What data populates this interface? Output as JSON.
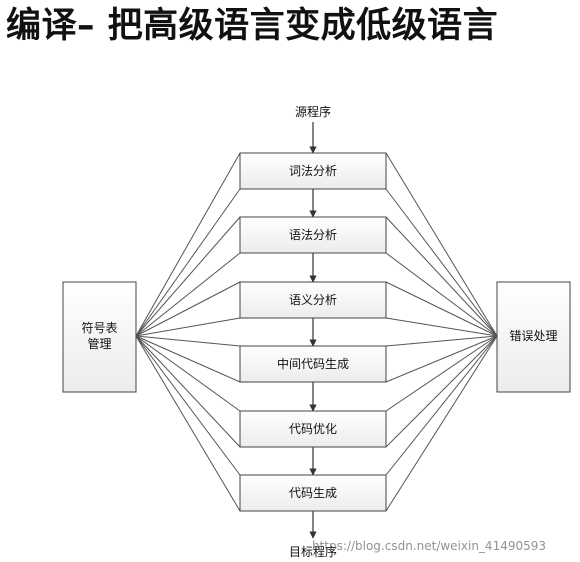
{
  "title": "编译– 把高级语言变成低级语言",
  "diagram": {
    "source_label": "源程序",
    "target_label": "目标程序",
    "stages": [
      "词法分析",
      "语法分析",
      "语义分析",
      "中间代码生成",
      "代码优化",
      "代码生成"
    ],
    "left_box": [
      "符号表",
      "管理"
    ],
    "right_box": [
      "错误处理"
    ]
  },
  "watermark": "https://blog.csdn.net/weixin_41490593"
}
